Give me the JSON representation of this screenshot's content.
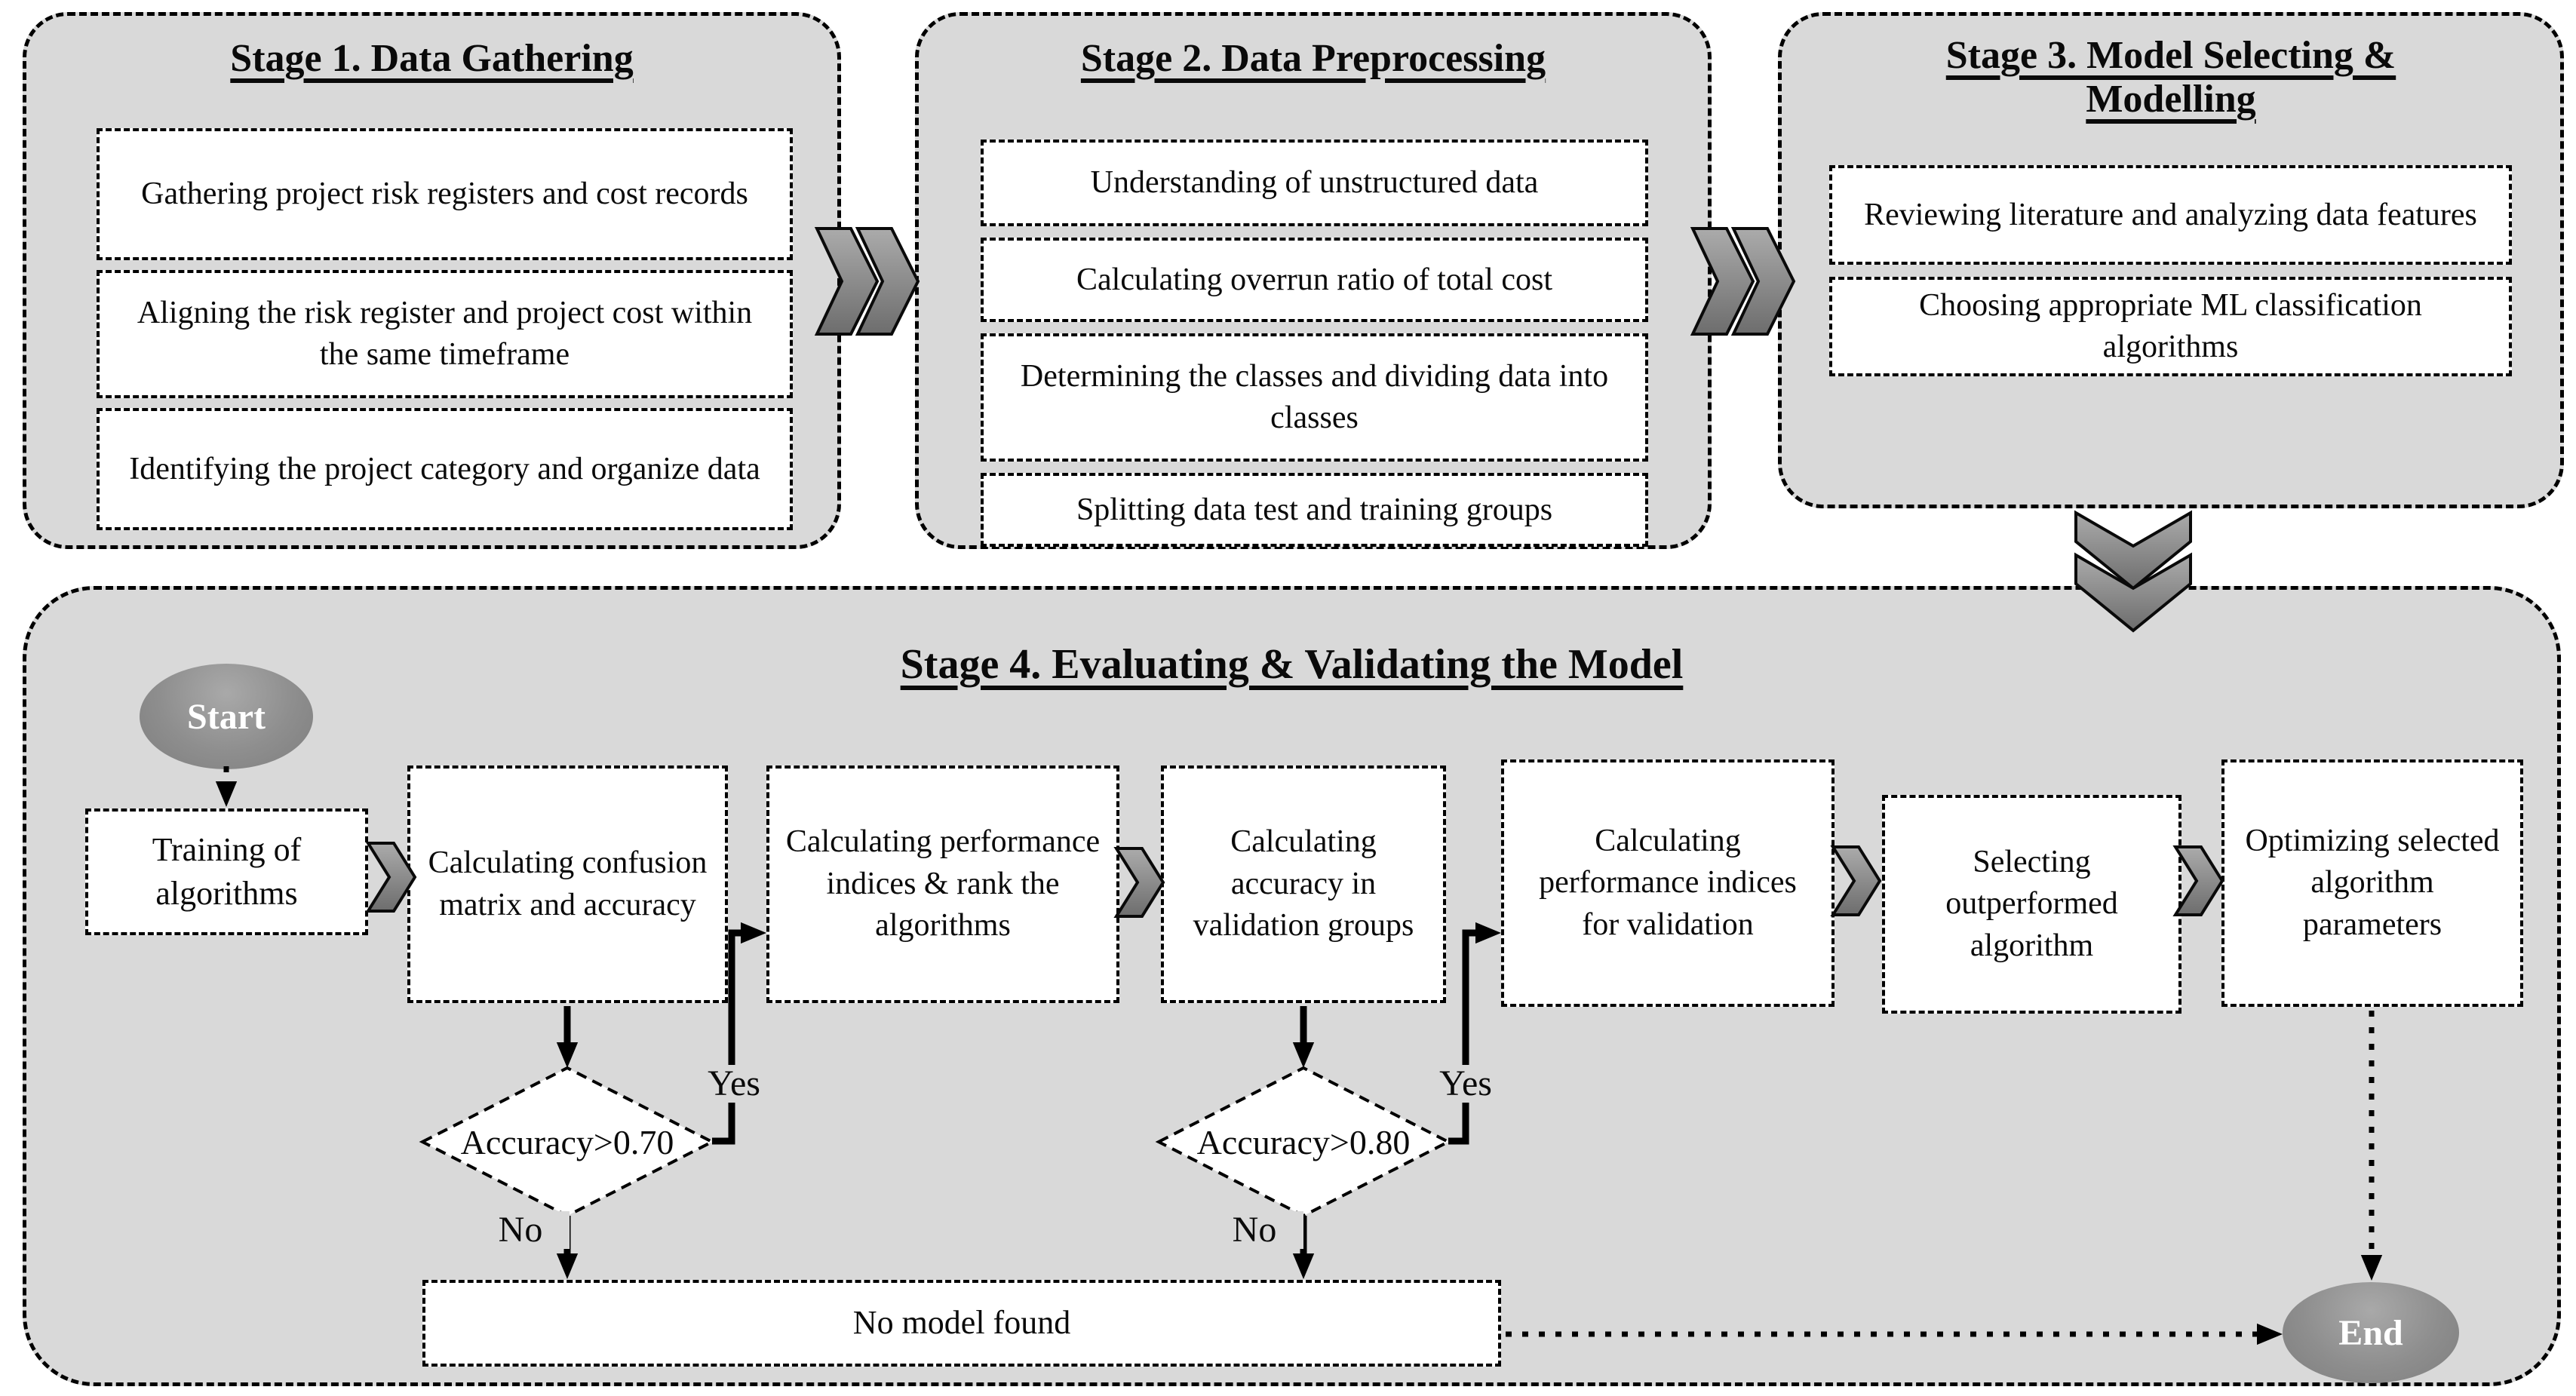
{
  "figure": {
    "stage1": {
      "title": "Stage 1. Data Gathering",
      "boxes": [
        "Gathering project risk registers and cost records",
        "Aligning the risk register and project cost within the same timeframe",
        "Identifying the project category and organize data"
      ]
    },
    "stage2": {
      "title": "Stage 2. Data Preprocessing",
      "boxes": [
        "Understanding of unstructured data",
        "Calculating overrun ratio of total cost",
        "Determining the classes and dividing data into classes",
        "Splitting data test and training groups"
      ]
    },
    "stage3": {
      "title": "Stage 3. Model Selecting & Modelling",
      "boxes": [
        "Reviewing literature and analyzing data features",
        "Choosing appropriate ML classification algorithms"
      ]
    },
    "stage4": {
      "title": "Stage 4. Evaluating & Validating the Model",
      "start_label": "Start",
      "end_label": "End",
      "steps": [
        "Training of algorithms",
        "Calculating confusion matrix and accuracy",
        "Calculating performance indices & rank the algorithms",
        "Calculating accuracy in validation groups",
        "Calculating performance indices for validation",
        "Selecting outperformed algorithm",
        "Optimizing selected algorithm parameters"
      ],
      "decisions": [
        {
          "label": "Accuracy>0.70",
          "yes_label": "Yes",
          "no_label": "No"
        },
        {
          "label": "Accuracy>0.80",
          "yes_label": "Yes",
          "no_label": "No"
        }
      ],
      "no_model_label": "No model found"
    },
    "colors": {
      "container_fill": "#d9d9d9",
      "box_fill": "#ffffff",
      "line": "#000000",
      "terminal_fill": "#8e8e8e",
      "chevron_fill": "#8c8c8c"
    }
  }
}
